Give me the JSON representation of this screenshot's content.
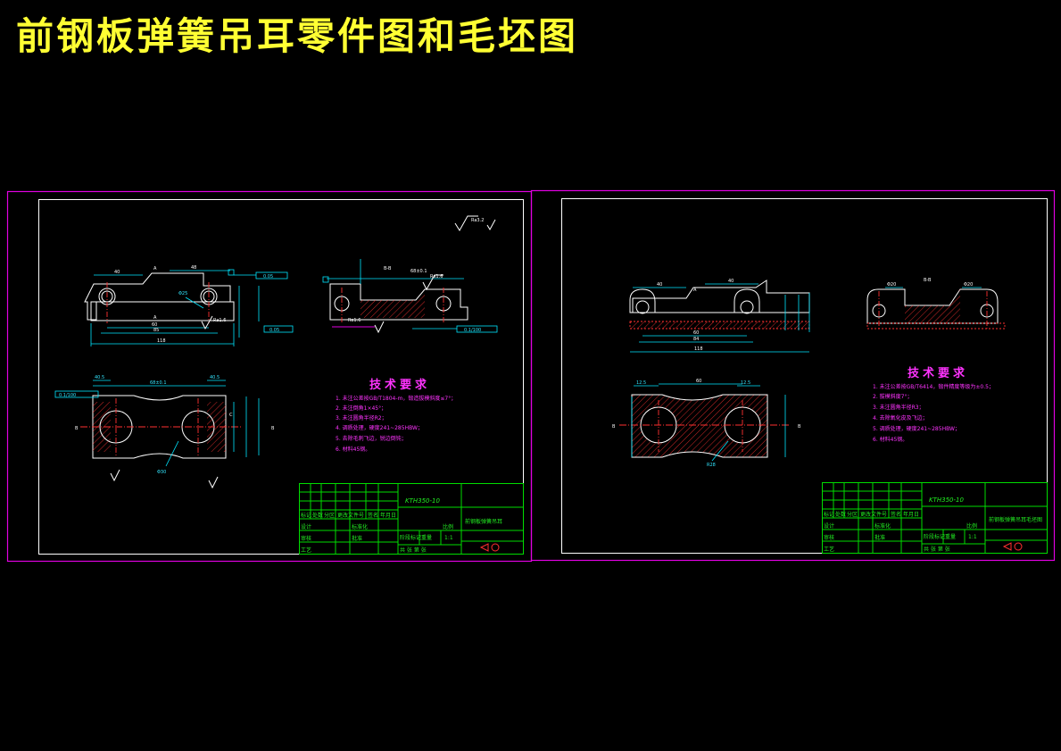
{
  "title": "前钢板弹簧吊耳零件图和毛坯图",
  "colors": {
    "background": "#000000",
    "title": "#ffff33",
    "frame_outer": "#e000e0",
    "frame_inner": "#ffffff",
    "outline": "#ffffff",
    "dimension": "#00e5ff",
    "title_block": "#00dd00",
    "notes": "#ff33ff",
    "hatch": "#ff3030"
  },
  "left_sheet": {
    "surface_symbol": "Ra3.2",
    "section_label": "B-B",
    "dims": {
      "top_left": "40",
      "top_right": "48",
      "pitch": "60",
      "inner": "85",
      "overall": "118",
      "plan_width": "68±0.1",
      "plan_left": "40.5",
      "plan_right": "40.5",
      "tol_frame_1": "0.05",
      "tol_frame_2": "0.1/100",
      "hole": "Φ30",
      "hole2": "Φ25",
      "rough": "Ra1.6"
    },
    "notes_heading": "技术要求",
    "notes": [
      "1. 未注公差按GB/T1804-m，锻造拔模斜度≤7°；",
      "2. 未注倒角1×45°；",
      "3. 未注圆角半径R2；",
      "4. 调质处理，硬度241~285HBW；",
      "5. 去除毛刺飞边，锐边倒钝；",
      "6. 材料45钢。"
    ],
    "title_block": {
      "drawing_no": "KTH350-10",
      "part_name": "前钢板弹簧吊耳",
      "scale": "1:1",
      "labels": [
        "标记",
        "处数",
        "分区",
        "更改文件号",
        "签名",
        "年月日",
        "设计",
        "审核",
        "工艺",
        "标准化",
        "批准",
        "阶段标记",
        "重量",
        "比例",
        "共 张 第 张"
      ]
    }
  },
  "right_sheet": {
    "section_label": "B-B",
    "dims": {
      "top_left": "40",
      "top_right": "40",
      "pitch": "60",
      "inner": "84",
      "overall": "118",
      "plan_top": "60",
      "plan_left": "12.5",
      "plan_right": "12.5",
      "hole": "Φ20",
      "radius": "R28"
    },
    "notes_heading": "技术要求",
    "notes": [
      "1. 未注公差按GB/T6414，锻件精度等级为±0.5；",
      "2. 拔模斜度7°；",
      "3. 未注圆角半径R3；",
      "4. 去除氧化皮及飞边；",
      "5. 调质处理，硬度241~285HBW；",
      "6. 材料45钢。"
    ],
    "title_block": {
      "drawing_no": "KTH350-10",
      "part_name": "前钢板弹簧吊耳毛坯图",
      "scale": "1:1",
      "labels": [
        "标记",
        "处数",
        "分区",
        "更改文件号",
        "签名",
        "年月日",
        "设计",
        "审核",
        "工艺",
        "标准化",
        "批准",
        "阶段标记",
        "重量",
        "比例",
        "共 张 第 张"
      ]
    }
  }
}
